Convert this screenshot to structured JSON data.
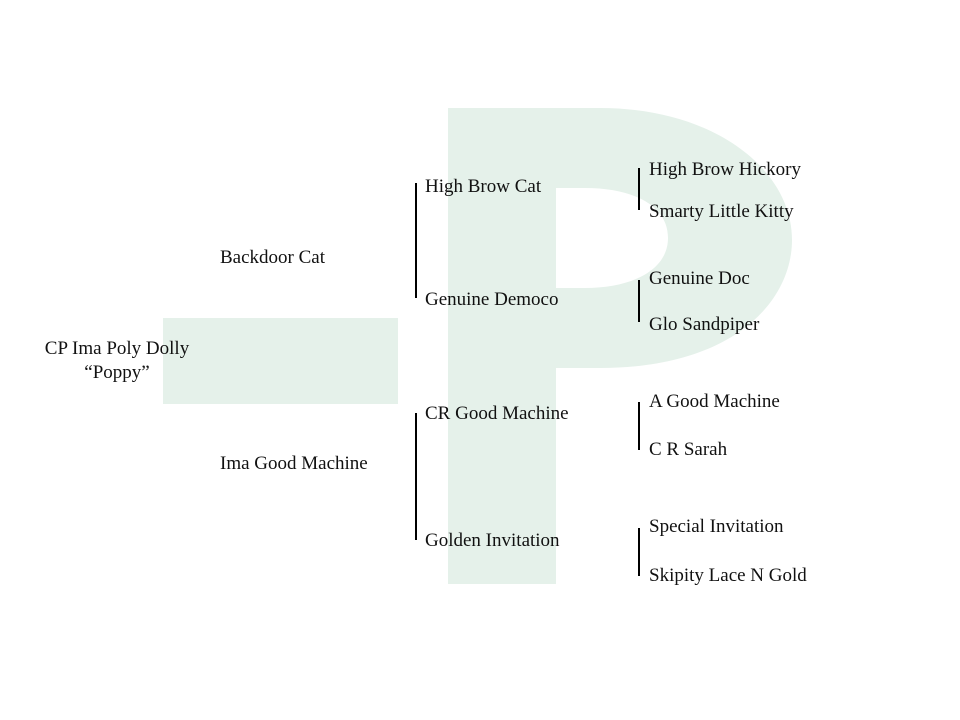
{
  "colors": {
    "watermark": "#e5f1ea",
    "text": "#111111",
    "bracket": "#000000"
  },
  "watermark": {
    "glyph": "-P",
    "icon": "letter-p-logo"
  },
  "pedigree": {
    "subject": {
      "name": "CP Ima Poly Dolly",
      "nickname": "“Poppy”"
    },
    "sire": {
      "name": "Backdoor Cat",
      "sire": {
        "name": "High Brow Cat",
        "sire": "High Brow Hickory",
        "dam": "Smarty Little Kitty"
      },
      "dam": {
        "name": "Genuine Democo",
        "sire": "Genuine Doc",
        "dam": "Glo Sandpiper"
      }
    },
    "dam": {
      "name": "Ima Good Machine",
      "sire": {
        "name": "CR Good Machine",
        "sire": "A Good Machine",
        "dam": "C R Sarah"
      },
      "dam": {
        "name": "Golden Invitation",
        "sire": "Special Invitation",
        "dam": "Skipity Lace N Gold"
      }
    }
  }
}
